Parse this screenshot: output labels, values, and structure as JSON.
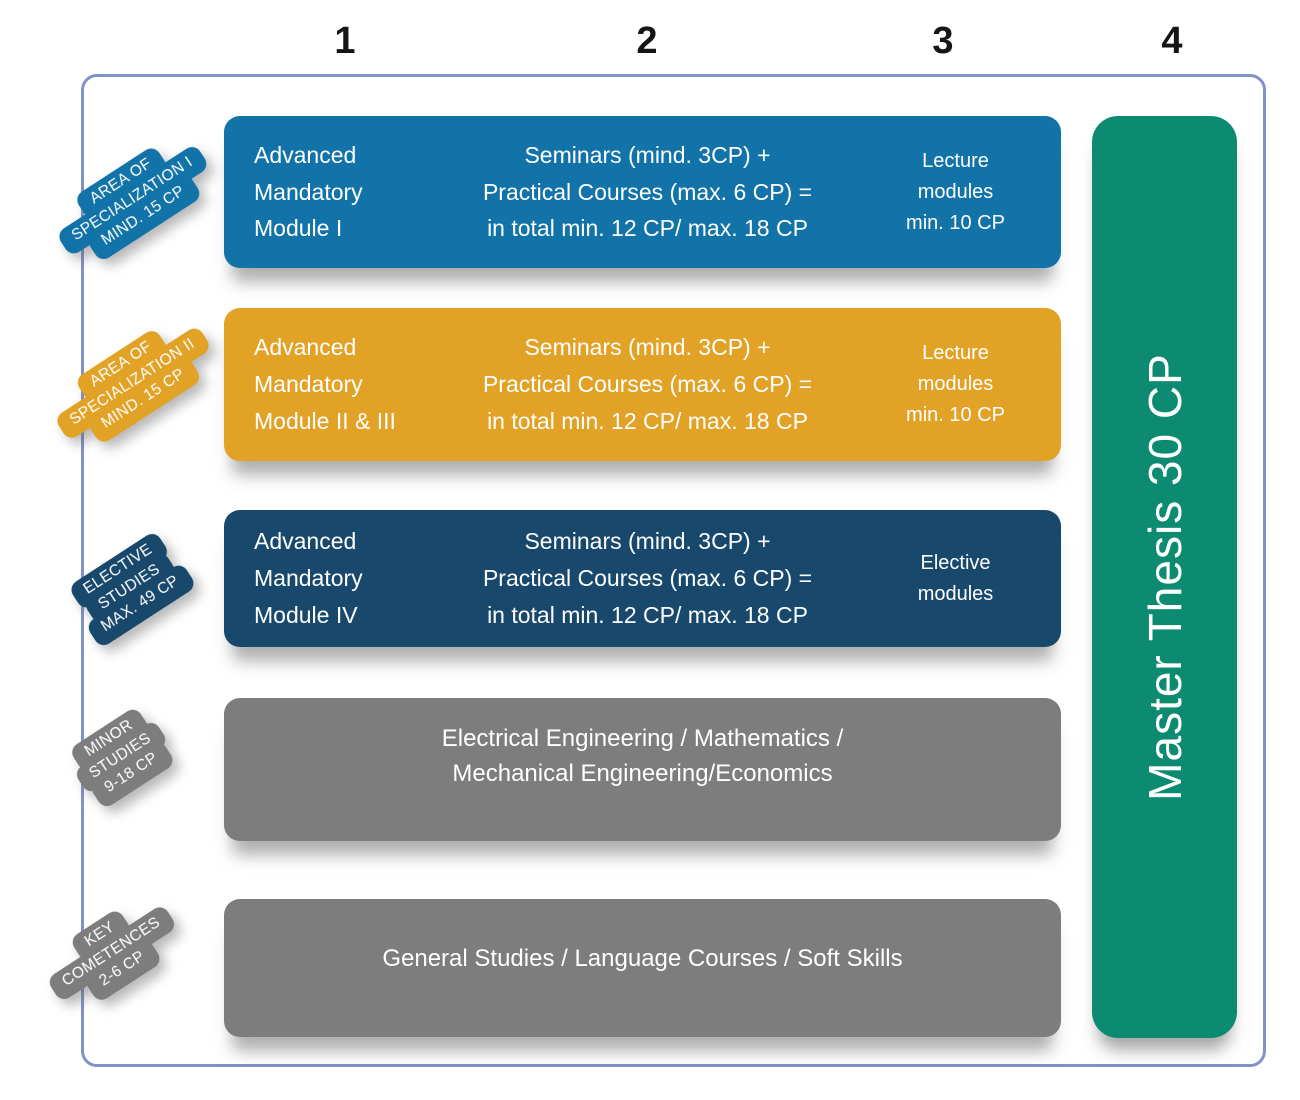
{
  "column_numbers": [
    "1",
    "2",
    "3",
    "4"
  ],
  "frame": {
    "border_color": "#8191c9"
  },
  "side_labels": [
    {
      "lines": [
        "AREA OF",
        "SPECIALIZATION I",
        "MIND. 15 CP"
      ],
      "color": "#1273a9"
    },
    {
      "lines": [
        "AREA OF",
        "SPECIALIZATION II",
        "MIND. 15 CP"
      ],
      "color": "#e1a226"
    },
    {
      "lines": [
        "ELECTIVE",
        "STUDIES",
        "MAX. 49 CP"
      ],
      "color": "#18496d"
    },
    {
      "lines": [
        "MINOR",
        "STUDIES",
        "9-18 CP"
      ],
      "color": "#7d7d7d"
    },
    {
      "lines": [
        "KEY",
        "COMETENCES",
        "2-6 CP"
      ],
      "color": "#7d7d7d"
    }
  ],
  "module_rows": [
    {
      "title": "Advanced\nMandatory\nModule I",
      "middle": "Seminars (mind. 3CP) +\nPractical Courses (max. 6 CP) =\nin total min. 12 CP/ max. 18 CP",
      "right": "Lecture\nmodules\nmin. 10 CP",
      "color": "#1273a9"
    },
    {
      "title": "Advanced\nMandatory\nModule II & III",
      "middle": "Seminars (mind. 3CP) +\nPractical Courses (max. 6 CP) =\nin total min. 12 CP/ max. 18 CP",
      "right": "Lecture\nmodules\nmin. 10 CP",
      "color": "#e1a226"
    },
    {
      "title": "Advanced\nMandatory\nModule IV",
      "middle": "Seminars (mind. 3CP) +\nPractical Courses (max. 6 CP) =\nin total min. 12 CP/ max. 18 CP",
      "right": "Elective\nmodules",
      "color": "#18496d"
    }
  ],
  "wide_boxes": [
    {
      "text": "Electrical Engineering / Mathematics /\nMechanical Engineering/Economics",
      "color": "#7d7d7d"
    },
    {
      "text": "General Studies / Language Courses / Soft Skills",
      "color": "#7d7d7d"
    }
  ],
  "thesis": {
    "text": "Master Thesis 30 CP",
    "color": "#0c8b70"
  }
}
